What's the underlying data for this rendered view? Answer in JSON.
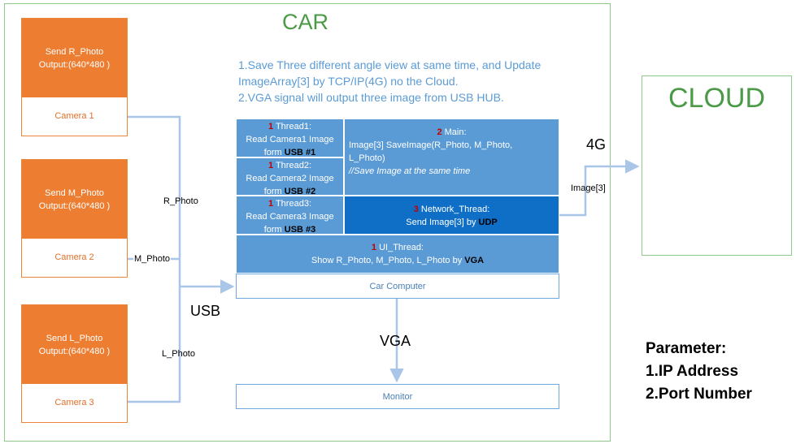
{
  "car": {
    "title": "CAR"
  },
  "cloud": {
    "title": "CLOUD"
  },
  "cameras": [
    {
      "send": "Send R_Photo",
      "output": "Output:(640*480 )",
      "name": "Camera 1"
    },
    {
      "send": "Send M_Photo",
      "output": "Output:(640*480 )",
      "name": "Camera 2"
    },
    {
      "send": "Send L_Photo",
      "output": "Output:(640*480 )",
      "name": "Camera 3"
    }
  ],
  "notes": [
    "1.Save Three different angle view at same time, and Update",
    "ImageArray[3] by TCP/IP(4G) no the Cloud.",
    "2.VGA signal will output three image from USB HUB."
  ],
  "threads": {
    "thread1": {
      "num": "1",
      "title": " Thread1:",
      "line1": "Read Camera1 Image",
      "line2_prefix": "form ",
      "line2_bold": "USB #1"
    },
    "thread2": {
      "num": "1",
      "title": " Thread2:",
      "line1": "Read Camera2 Image",
      "line2_prefix": "form ",
      "line2_bold": "USB #2"
    },
    "thread3": {
      "num": "1",
      "title": " Thread3:",
      "line1": "Read Camera3 Image",
      "line2_prefix": "form ",
      "line2_bold": "USB #3"
    },
    "main": {
      "num": "2",
      "title": " Main:",
      "line1": "Image[3] SaveImage(R_Photo, M_Photo,",
      "line2": "L_Photo)",
      "line3": "//Save Image at the same time"
    },
    "network": {
      "num": "3",
      "title": " Network_Thread:",
      "line1_prefix": "Send Image[3] by ",
      "line1_bold": "UDP"
    },
    "ui": {
      "num": "1",
      "title": " UI_Thread:",
      "line1_prefix": "Show R_Photo, M_Photo, L_Photo by ",
      "line1_bold": "VGA"
    }
  },
  "car_computer": "Car Computer",
  "monitor": "Monitor",
  "labels": {
    "r_photo": "R_Photo",
    "m_photo": "M_Photo",
    "l_photo": "L_Photo",
    "usb": "USB",
    "vga": "VGA",
    "four_g": "4G",
    "image3": "Image[3]"
  },
  "parameters": {
    "title": "Parameter:",
    "items": [
      "1.IP Address",
      "2.Port Number"
    ]
  },
  "colors": {
    "camera_orange": "#ed7d31",
    "thread_blue": "#5b9bd5",
    "network_blue": "#0f6fc6",
    "frame_green": "#8ec98a",
    "title_green": "#4a9a46",
    "connector": "#a9c6e8"
  }
}
